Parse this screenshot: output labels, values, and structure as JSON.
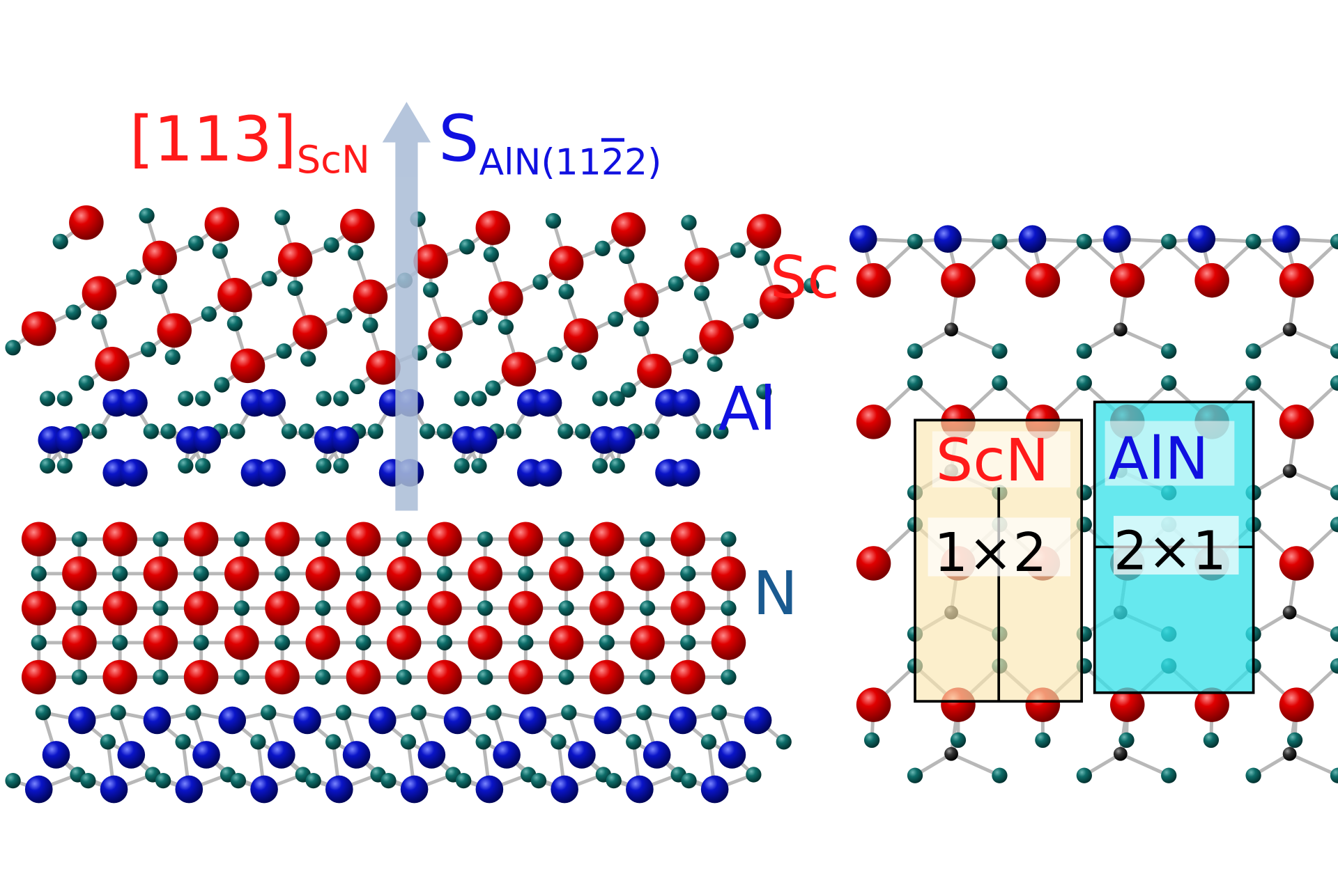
{
  "labels": {
    "direction_main": "[113]",
    "direction_sub": "ScN",
    "surface_main": "S",
    "surface_sub_prefix": "AlN(11",
    "surface_sub_bar": "2",
    "surface_sub_suffix": "2)",
    "layer_sc": "Sc",
    "layer_al": "Al",
    "layer_n": "N",
    "cell_scn": "ScN",
    "cell_aln": "AlN",
    "cell_scn_size": "1×2",
    "cell_aln_size": "2×1"
  },
  "colors": {
    "sc": "#e00000",
    "al": "#0a14c8",
    "n": "#0e6e6a",
    "extra": "#333333",
    "bond": "#b8b8b8",
    "arrow": "#a9bcd6",
    "label_red": "#ff1a1a",
    "label_blue": "#1010e0",
    "label_n": "#1a5a90",
    "scn_cell_fill": "#fbe7b0",
    "aln_cell_fill": "#33e0e8"
  }
}
